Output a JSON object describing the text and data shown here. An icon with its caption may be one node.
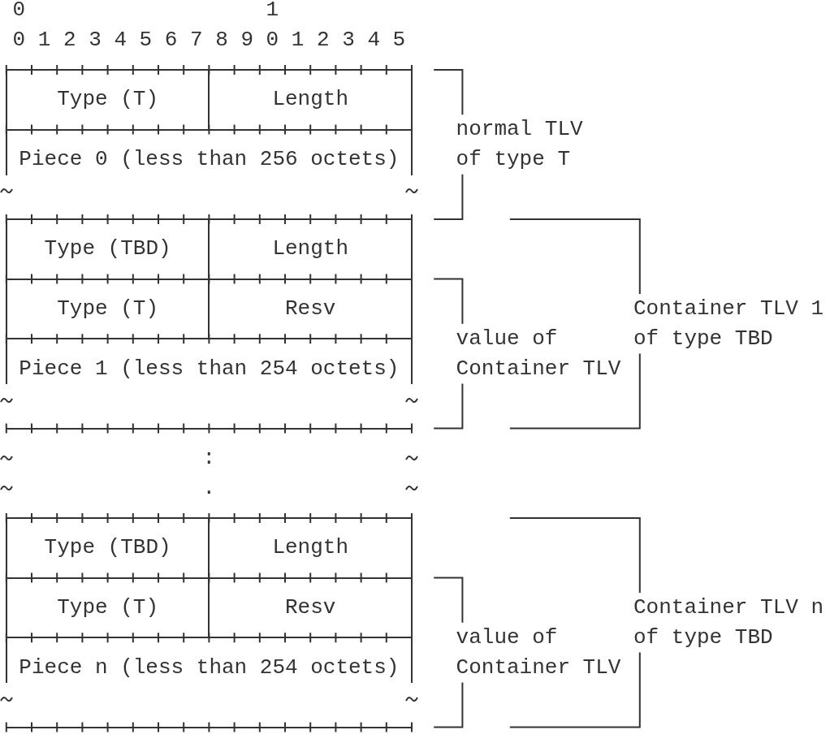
{
  "diagram": {
    "nodes": [
      {
        "text": [
          "Type (T)"
        ]
      },
      {
        "text": [
          "Length"
        ]
      },
      {
        "text": [
          "Piece 0 (less than 256 octets)"
        ]
      },
      {
        "text": [
          "Type (TBD)"
        ]
      },
      {
        "text": [
          "Length"
        ]
      },
      {
        "text": [
          "Type (T)"
        ]
      },
      {
        "text": [
          "Resv"
        ]
      },
      {
        "text": [
          "Piece 1 (less than 254 octets)"
        ]
      },
      {
        "text": [
          "Type (TBD)"
        ]
      },
      {
        "text": [
          "Length"
        ]
      },
      {
        "text": [
          "Type (T)"
        ]
      },
      {
        "text": [
          "Resv"
        ]
      },
      {
        "text": [
          "Piece n (less than 254 octets)"
        ]
      }
    ],
    "labels": [
      "0",
      "1",
      "0",
      "1",
      "2",
      "3",
      "4",
      "5",
      "6",
      "7",
      "8",
      "9",
      "0",
      "1",
      "2",
      "3",
      "4",
      "5",
      "normal TLV of type T",
      "Container TLV 1 of type TBD",
      "value of Container TLV",
      ":",
      ".",
      "Container TLV n of type TBD",
      "value of Container TLV"
    ]
  }
}
